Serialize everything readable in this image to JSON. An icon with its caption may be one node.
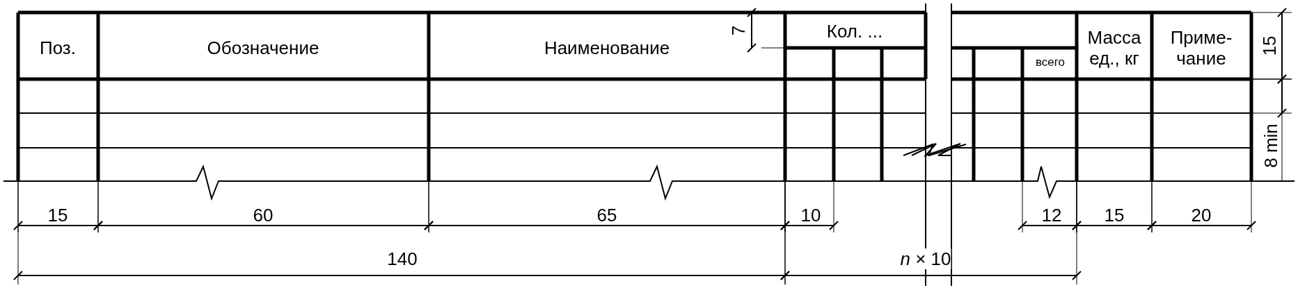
{
  "diagram": {
    "labels": [
      "Поз.",
      "Обозначение",
      "Наименование",
      "7",
      "Кол. ...",
      "Масса ед., кг",
      "Приме- чание",
      "15",
      "всего",
      "8 min",
      "15",
      "60",
      "65",
      "10",
      "12",
      "15",
      "20",
      "140",
      "*n* × 10"
    ]
  }
}
